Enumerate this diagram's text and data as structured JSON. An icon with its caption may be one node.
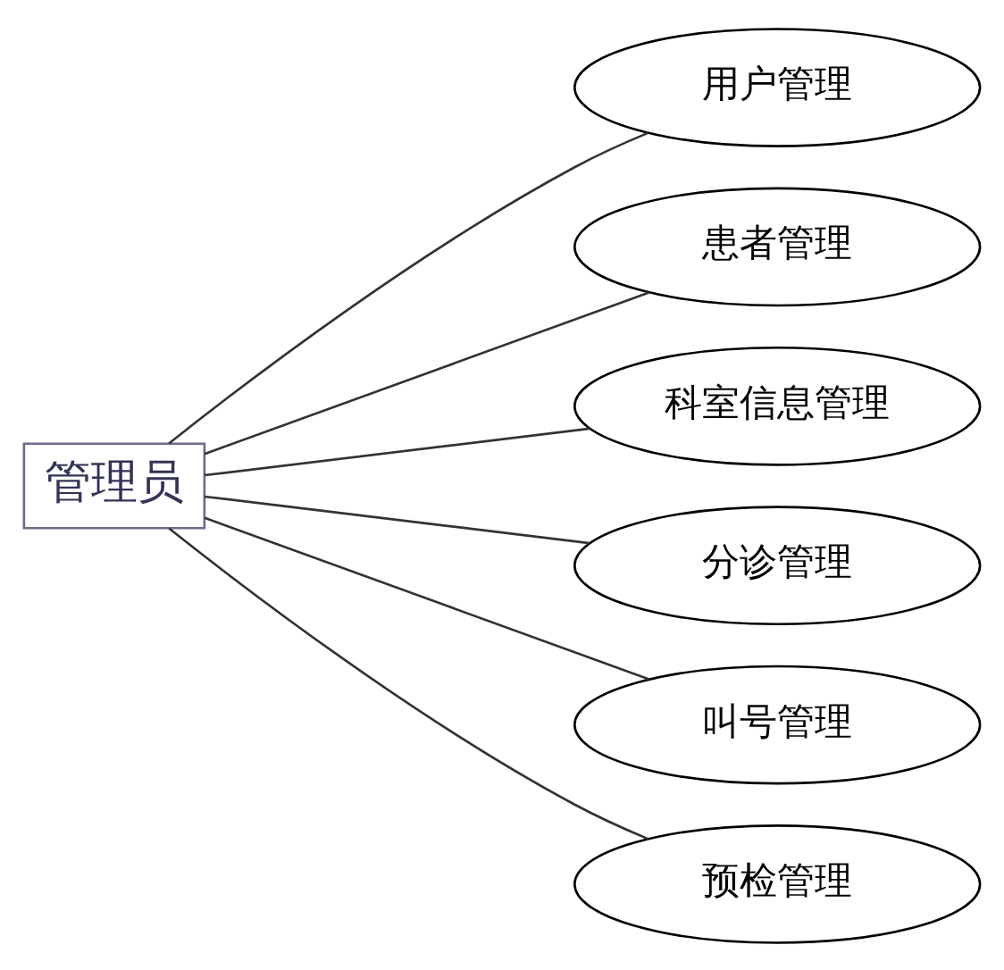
{
  "diagram": {
    "nodes": [
      {
        "text": [
          "管理员"
        ]
      },
      {
        "text": [
          "用户管理"
        ]
      },
      {
        "text": [
          "患者管理"
        ]
      },
      {
        "text": [
          "科室信息管理"
        ]
      },
      {
        "text": [
          "分诊管理"
        ]
      },
      {
        "text": [
          "叫号管理"
        ]
      },
      {
        "text": [
          "预检管理"
        ]
      }
    ],
    "edges": [
      {
        "from": 0,
        "to": 1,
        "arrow": "none"
      },
      {
        "from": 0,
        "to": 2,
        "arrow": "none"
      },
      {
        "from": 0,
        "to": 3,
        "arrow": "none"
      },
      {
        "from": 0,
        "to": 4,
        "arrow": "none"
      },
      {
        "from": 0,
        "to": 5,
        "arrow": "none"
      },
      {
        "from": 0,
        "to": 6,
        "arrow": "none"
      }
    ]
  }
}
